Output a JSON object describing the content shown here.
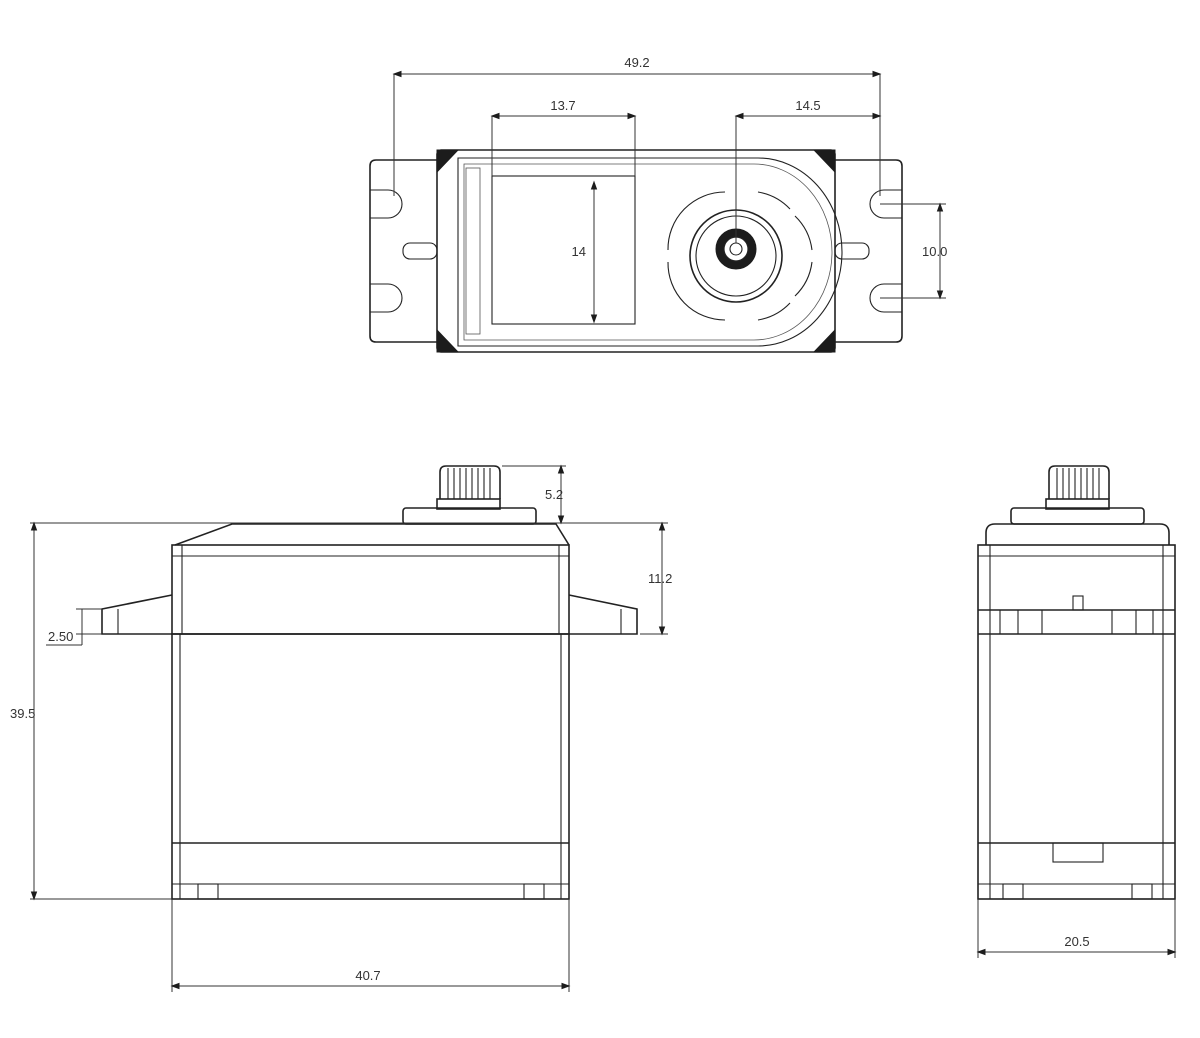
{
  "dimensions": {
    "top_overall_width": "49.2",
    "top_window_width": "13.7",
    "top_window_height": "14",
    "top_shaft_to_edge": "14.5",
    "top_hole_spacing": "10.0",
    "front_shaft_height": "5.2",
    "front_top_to_flange": "11.2",
    "front_flange_thickness": "2.50",
    "front_total_height": "39.5",
    "front_body_width": "40.7",
    "side_body_depth": "20.5"
  }
}
